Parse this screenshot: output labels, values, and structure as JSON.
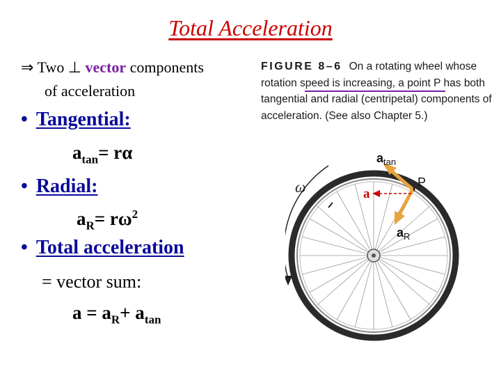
{
  "title": "Total Acceleration",
  "intro": {
    "arrow": "⇒",
    "two": "Two",
    "perp": "⊥",
    "vector": "vector",
    "components": "components",
    "line2": "of acceleration"
  },
  "bullets": {
    "tangential": {
      "label": "Tangential:",
      "lhs": "a",
      "sub": "tan",
      "rhs": "= rα"
    },
    "radial": {
      "label": "Radial:",
      "lhs": "a",
      "sub": "R",
      "rhs": "= rω",
      "sup": "2"
    },
    "total": {
      "label": "Total acceleration",
      "line2": "= vector sum:",
      "eq_a": "a = a",
      "eq_sub1": "R",
      "eq_plus": "+ a",
      "eq_sub2": "tan"
    }
  },
  "caption": {
    "figure": "FIGURE 8–6",
    "text": "On a rotating wheel whose rotation speed is increasing, a point P has both tangential and radial (centripetal) components of acceleration. (See also Chapter 5.)"
  },
  "figure": {
    "omega": "ω",
    "point": "P",
    "a_label": "a",
    "atan_label": "a",
    "atan_sub": "tan",
    "ar_label": "a",
    "ar_sub": "R",
    "colors": {
      "arrow": "#e8a33c",
      "purple": "#7b1fa2",
      "red": "#cc0000",
      "rim": "#2a2a2a"
    }
  }
}
